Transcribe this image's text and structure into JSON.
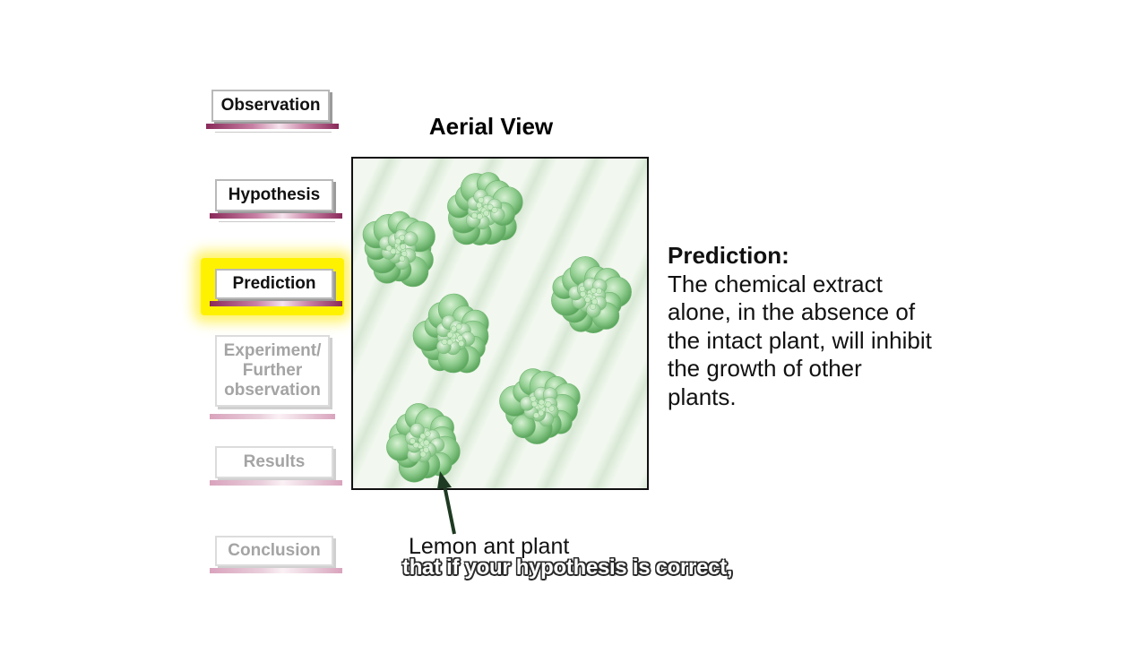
{
  "steps": [
    {
      "label": "Observation",
      "state": "normal"
    },
    {
      "label": "Hypothesis",
      "state": "normal"
    },
    {
      "label": "Prediction",
      "state": "active"
    },
    {
      "label": "Experiment/ Further observation",
      "state": "dim"
    },
    {
      "label": "Results",
      "state": "dim"
    },
    {
      "label": "Conclusion",
      "state": "dim"
    }
  ],
  "aerial": {
    "title": "Aerial View",
    "plant_label": "Lemon ant plant"
  },
  "prediction": {
    "heading": "Prediction:",
    "body": "The chemical extract alone, in the absence of the intact plant, will inhibit the growth of other plants."
  },
  "caption": "that if your hypothesis is correct,",
  "colors": {
    "highlight": "#fff200",
    "step_bar": "#8a2a5a",
    "plant_green": "#8fcf8f",
    "arrow": "#1e3a22"
  }
}
